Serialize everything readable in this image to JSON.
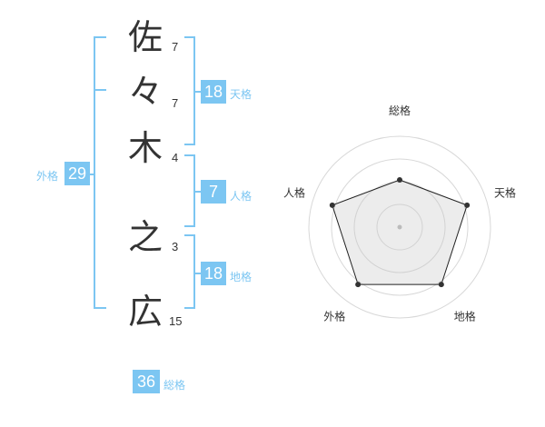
{
  "name": {
    "chars": [
      {
        "char": "佐",
        "strokes": "7"
      },
      {
        "char": "々",
        "strokes": "7"
      },
      {
        "char": "木",
        "strokes": "4"
      },
      {
        "char": "之",
        "strokes": "3"
      },
      {
        "char": "広",
        "strokes": "15"
      }
    ]
  },
  "kakusu": {
    "tenkaku": {
      "value": "18",
      "label": "天格"
    },
    "jinkaku": {
      "value": "7",
      "label": "人格"
    },
    "chikaku": {
      "value": "18",
      "label": "地格"
    },
    "gaikaku": {
      "value": "29",
      "label": "外格"
    },
    "soukaku": {
      "value": "36",
      "label": "総格"
    }
  },
  "colors": {
    "accent": "#7cc6f2",
    "text": "#333333"
  },
  "chart_data": {
    "type": "radar",
    "axes": [
      "総格",
      "天格",
      "地格",
      "外格",
      "人格"
    ],
    "values": [
      0.52,
      0.78,
      0.78,
      0.78,
      0.78
    ],
    "range": [
      0,
      1
    ],
    "grid": true,
    "rings": 4
  }
}
